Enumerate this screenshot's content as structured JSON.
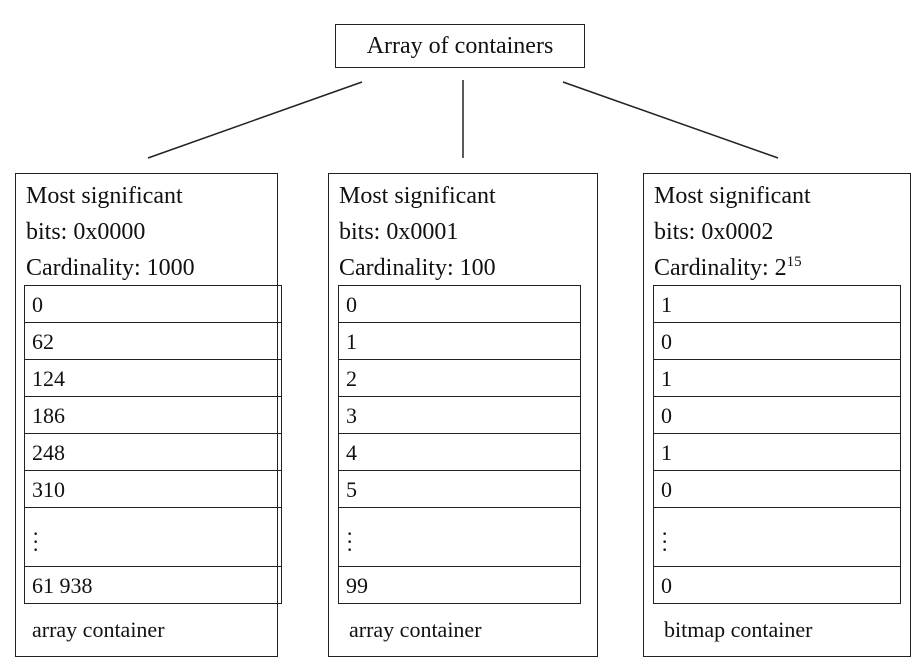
{
  "root": {
    "label": "Array of containers"
  },
  "containers": [
    {
      "msb_line1": "Most significant",
      "msb_line2": "bits: 0x0000",
      "cardinality": "Cardinality: 1000",
      "cells": [
        "0",
        "62",
        "124",
        "186",
        "248",
        "310"
      ],
      "last": "61 938",
      "type": "array container"
    },
    {
      "msb_line1": "Most significant",
      "msb_line2": "bits: 0x0001",
      "cardinality": "Cardinality: 100",
      "cells": [
        "0",
        "1",
        "2",
        "3",
        "4",
        "5"
      ],
      "last": "99",
      "type": "array container"
    },
    {
      "msb_line1": "Most significant",
      "msb_line2": "bits: 0x0002",
      "cardinality_base": "Cardinality: 2",
      "cardinality_exp": "15",
      "cells": [
        "1",
        "0",
        "1",
        "0",
        "1",
        "0"
      ],
      "last": "0",
      "type": "bitmap container"
    }
  ]
}
